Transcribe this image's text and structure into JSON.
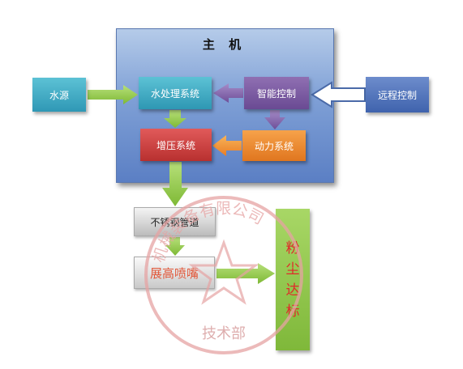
{
  "title": "主  机",
  "nodes": {
    "water_source": "水源",
    "water_treatment": "水处理系统",
    "smart_control": "智能控制",
    "remote_control": "远程控制",
    "pressurization": "增压系统",
    "power_system": "动力系统",
    "stainless_pipe": "不锈钢管道",
    "nozzle": "展高喷嘴",
    "dust_standard": [
      "粉",
      "尘",
      "达",
      "标"
    ]
  },
  "watermark": {
    "ring_text": "机械装备有限公司",
    "department": "技术部"
  },
  "colors": {
    "main_panel": "#7fa0d6",
    "cyan_box": "#2f98b5",
    "purple_box": "#6a4a93",
    "blue_box": "#3f63ad",
    "red_box": "#b8302f",
    "orange_box": "#e0761f",
    "green_arrow": "#8cc63f",
    "purple_arrow": "#7a5aa0",
    "orange_arrow": "#f08a2c",
    "stamp_red": "#e8a0a0"
  }
}
